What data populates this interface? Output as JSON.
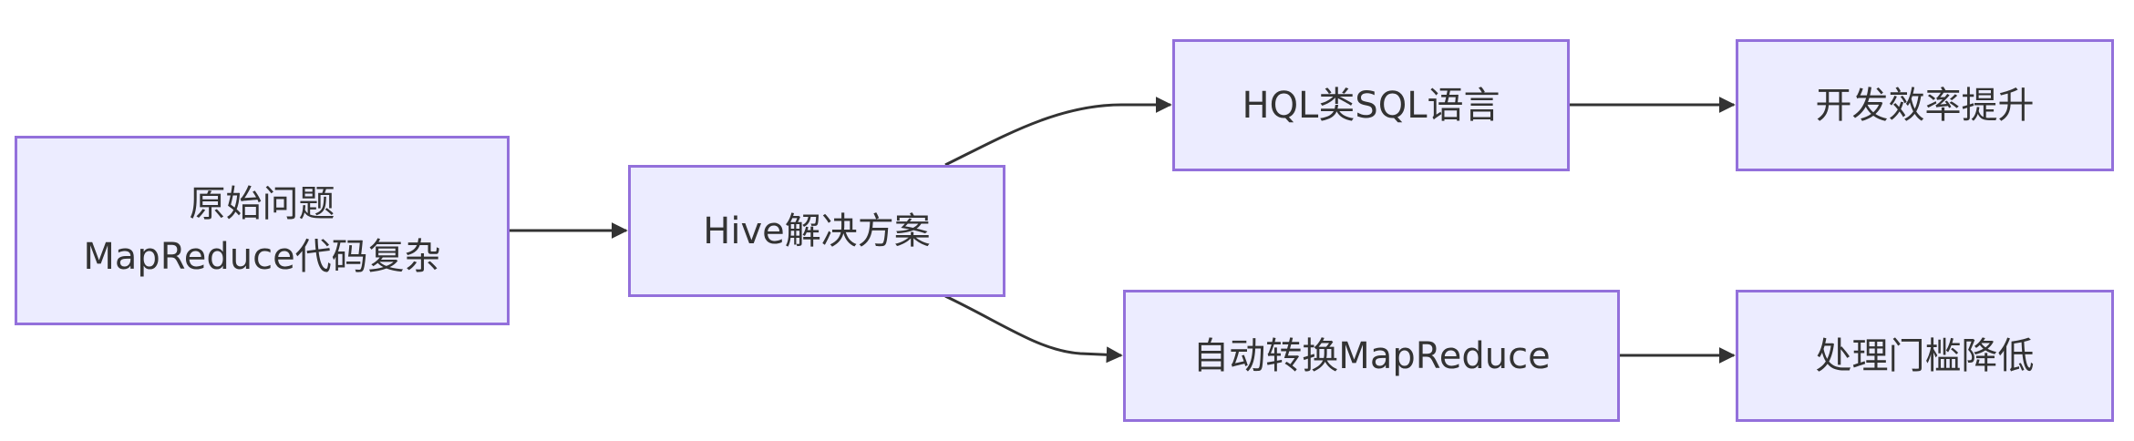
{
  "colors": {
    "node_fill": "#ececff",
    "node_border": "#9370db",
    "edge": "#333333",
    "text": "#333333"
  },
  "nodes": {
    "problem": {
      "line1": "原始问题",
      "line2": "MapReduce代码复杂"
    },
    "hive": {
      "label": "Hive解决方案"
    },
    "hql": {
      "label": "HQL类SQL语言"
    },
    "auto": {
      "label": "自动转换MapReduce"
    },
    "efficiency": {
      "label": "开发效率提升"
    },
    "threshold": {
      "label": "处理门槛降低"
    }
  },
  "edges": [
    {
      "from": "problem",
      "to": "hive"
    },
    {
      "from": "hive",
      "to": "hql"
    },
    {
      "from": "hive",
      "to": "auto"
    },
    {
      "from": "hql",
      "to": "efficiency"
    },
    {
      "from": "auto",
      "to": "threshold"
    }
  ]
}
